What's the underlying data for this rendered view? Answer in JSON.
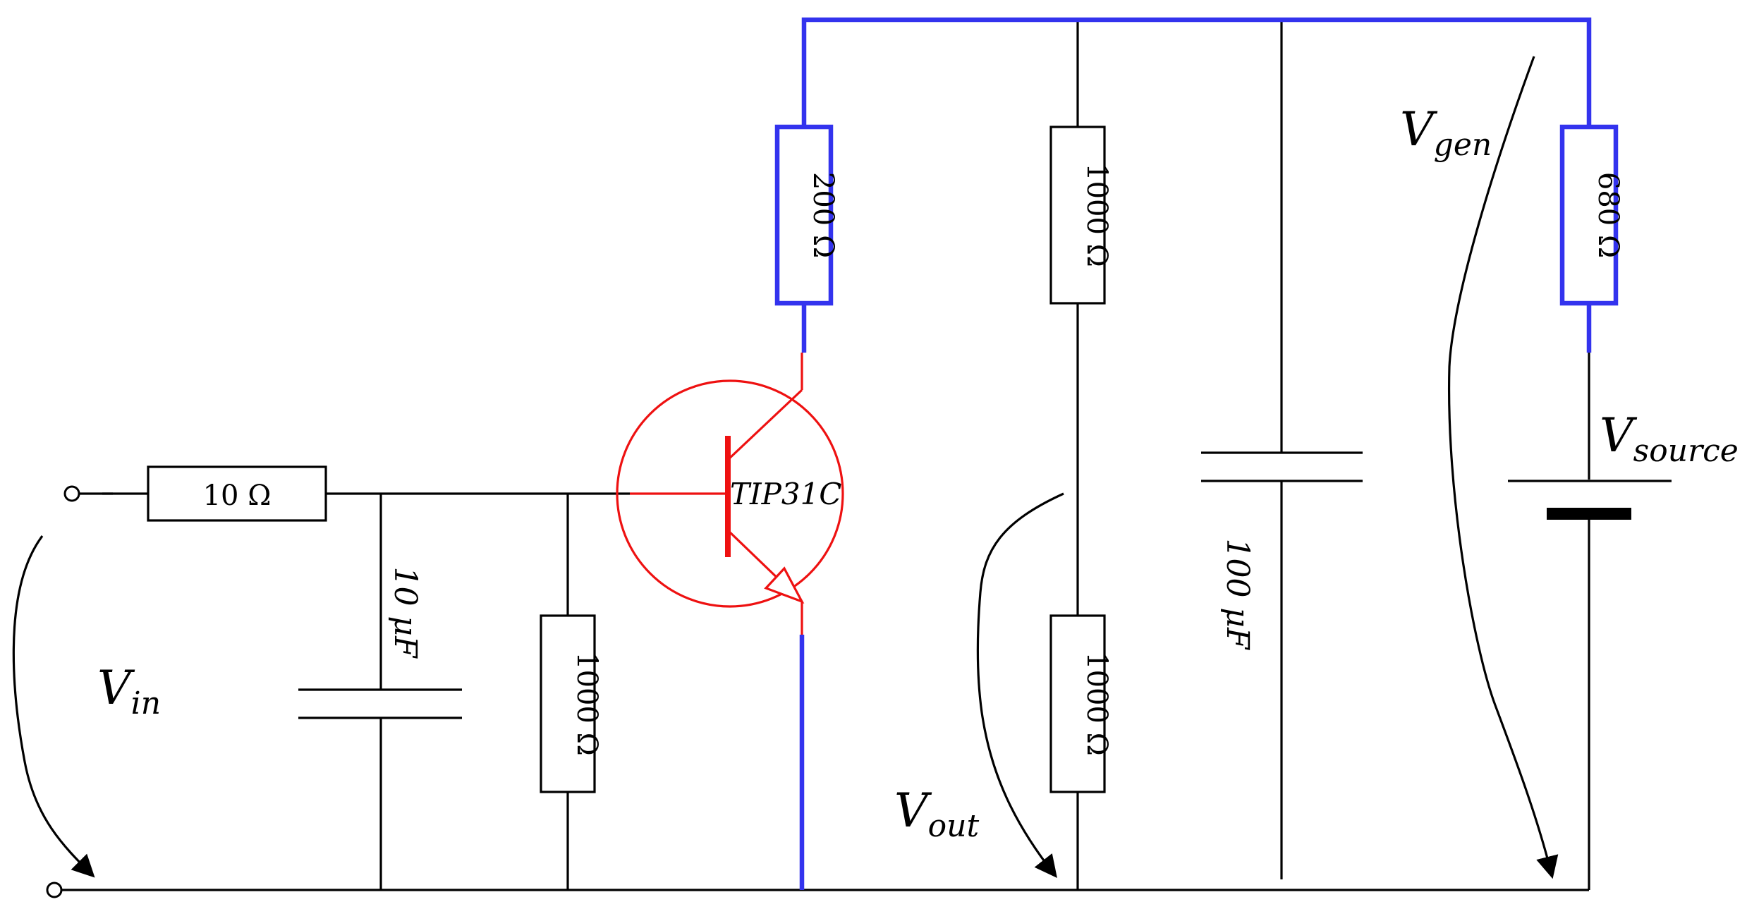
{
  "resistors": {
    "r_input": "10 Ω",
    "r_collector": "200 Ω",
    "r_bias": "1000 Ω",
    "r_divider_top": "1000 Ω",
    "r_divider_bottom": "1000 Ω",
    "r_source": "680 Ω"
  },
  "capacitors": {
    "c_input": "10 μF",
    "c_filter": "100 μF"
  },
  "transistor": {
    "label": "TIP31C"
  },
  "voltages": {
    "v_in": {
      "base": "V",
      "sub": "in"
    },
    "v_out": {
      "base": "V",
      "sub": "out"
    },
    "v_gen": {
      "base": "V",
      "sub": "gen"
    },
    "v_source": {
      "base": "V",
      "sub": "source"
    }
  },
  "colors": {
    "wire": "#000000",
    "highlight_path": "#3333ee",
    "transistor": "#ee1111"
  }
}
